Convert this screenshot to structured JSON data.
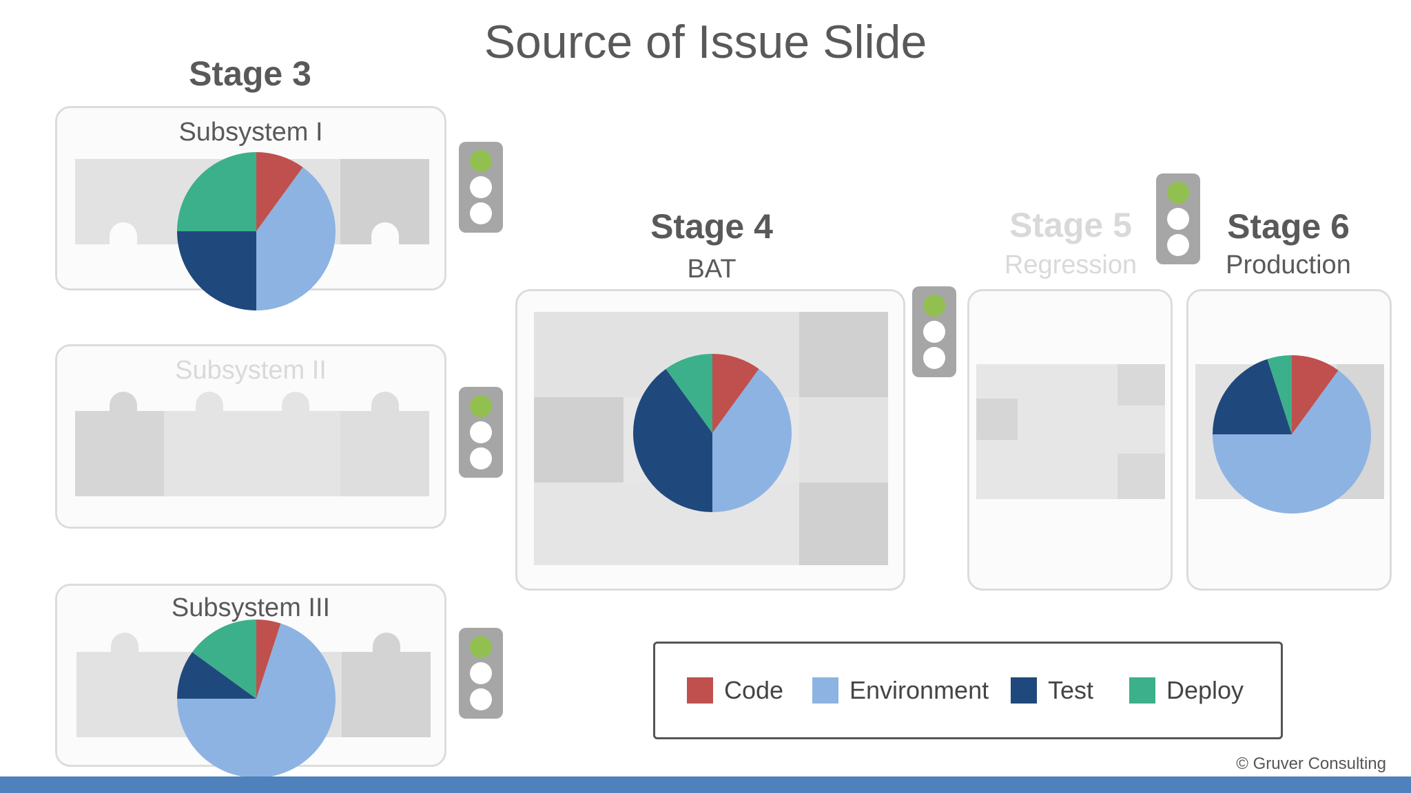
{
  "slide": {
    "title": "Source of Issue Slide",
    "copyright": "© Gruver Consulting"
  },
  "stages": {
    "stage3": {
      "title": "Stage 3"
    },
    "stage4": {
      "title": "Stage 4",
      "subtitle": "BAT"
    },
    "stage5": {
      "title": "Stage 5",
      "subtitle": "Regression"
    },
    "stage6": {
      "title": "Stage 6",
      "subtitle": "Production"
    }
  },
  "subsystems": {
    "s1": "Subsystem I",
    "s2": "Subsystem II",
    "s3": "Subsystem III"
  },
  "traffic_lights": {
    "state": "green"
  },
  "legend": [
    {
      "label": "Code",
      "color": "#c0504d"
    },
    {
      "label": "Environment",
      "color": "#8db3e2"
    },
    {
      "label": "Test",
      "color": "#1f497d"
    },
    {
      "label": "Deploy",
      "color": "#3cb08a"
    }
  ],
  "chart_data": [
    {
      "type": "pie",
      "chart": "Subsystem I",
      "labels": [
        "Code",
        "Environment",
        "Test",
        "Deploy"
      ],
      "values": [
        10,
        40,
        25,
        25
      ]
    },
    {
      "type": "pie",
      "chart": "Subsystem III",
      "labels": [
        "Code",
        "Environment",
        "Test",
        "Deploy"
      ],
      "values": [
        5,
        70,
        10,
        15
      ]
    },
    {
      "type": "pie",
      "chart": "Stage 4 BAT",
      "labels": [
        "Code",
        "Environment",
        "Test",
        "Deploy"
      ],
      "values": [
        10,
        40,
        40,
        10
      ]
    },
    {
      "type": "pie",
      "chart": "Stage 6 Production",
      "labels": [
        "Code",
        "Environment",
        "Test",
        "Deploy"
      ],
      "values": [
        10,
        65,
        20,
        5
      ]
    }
  ]
}
